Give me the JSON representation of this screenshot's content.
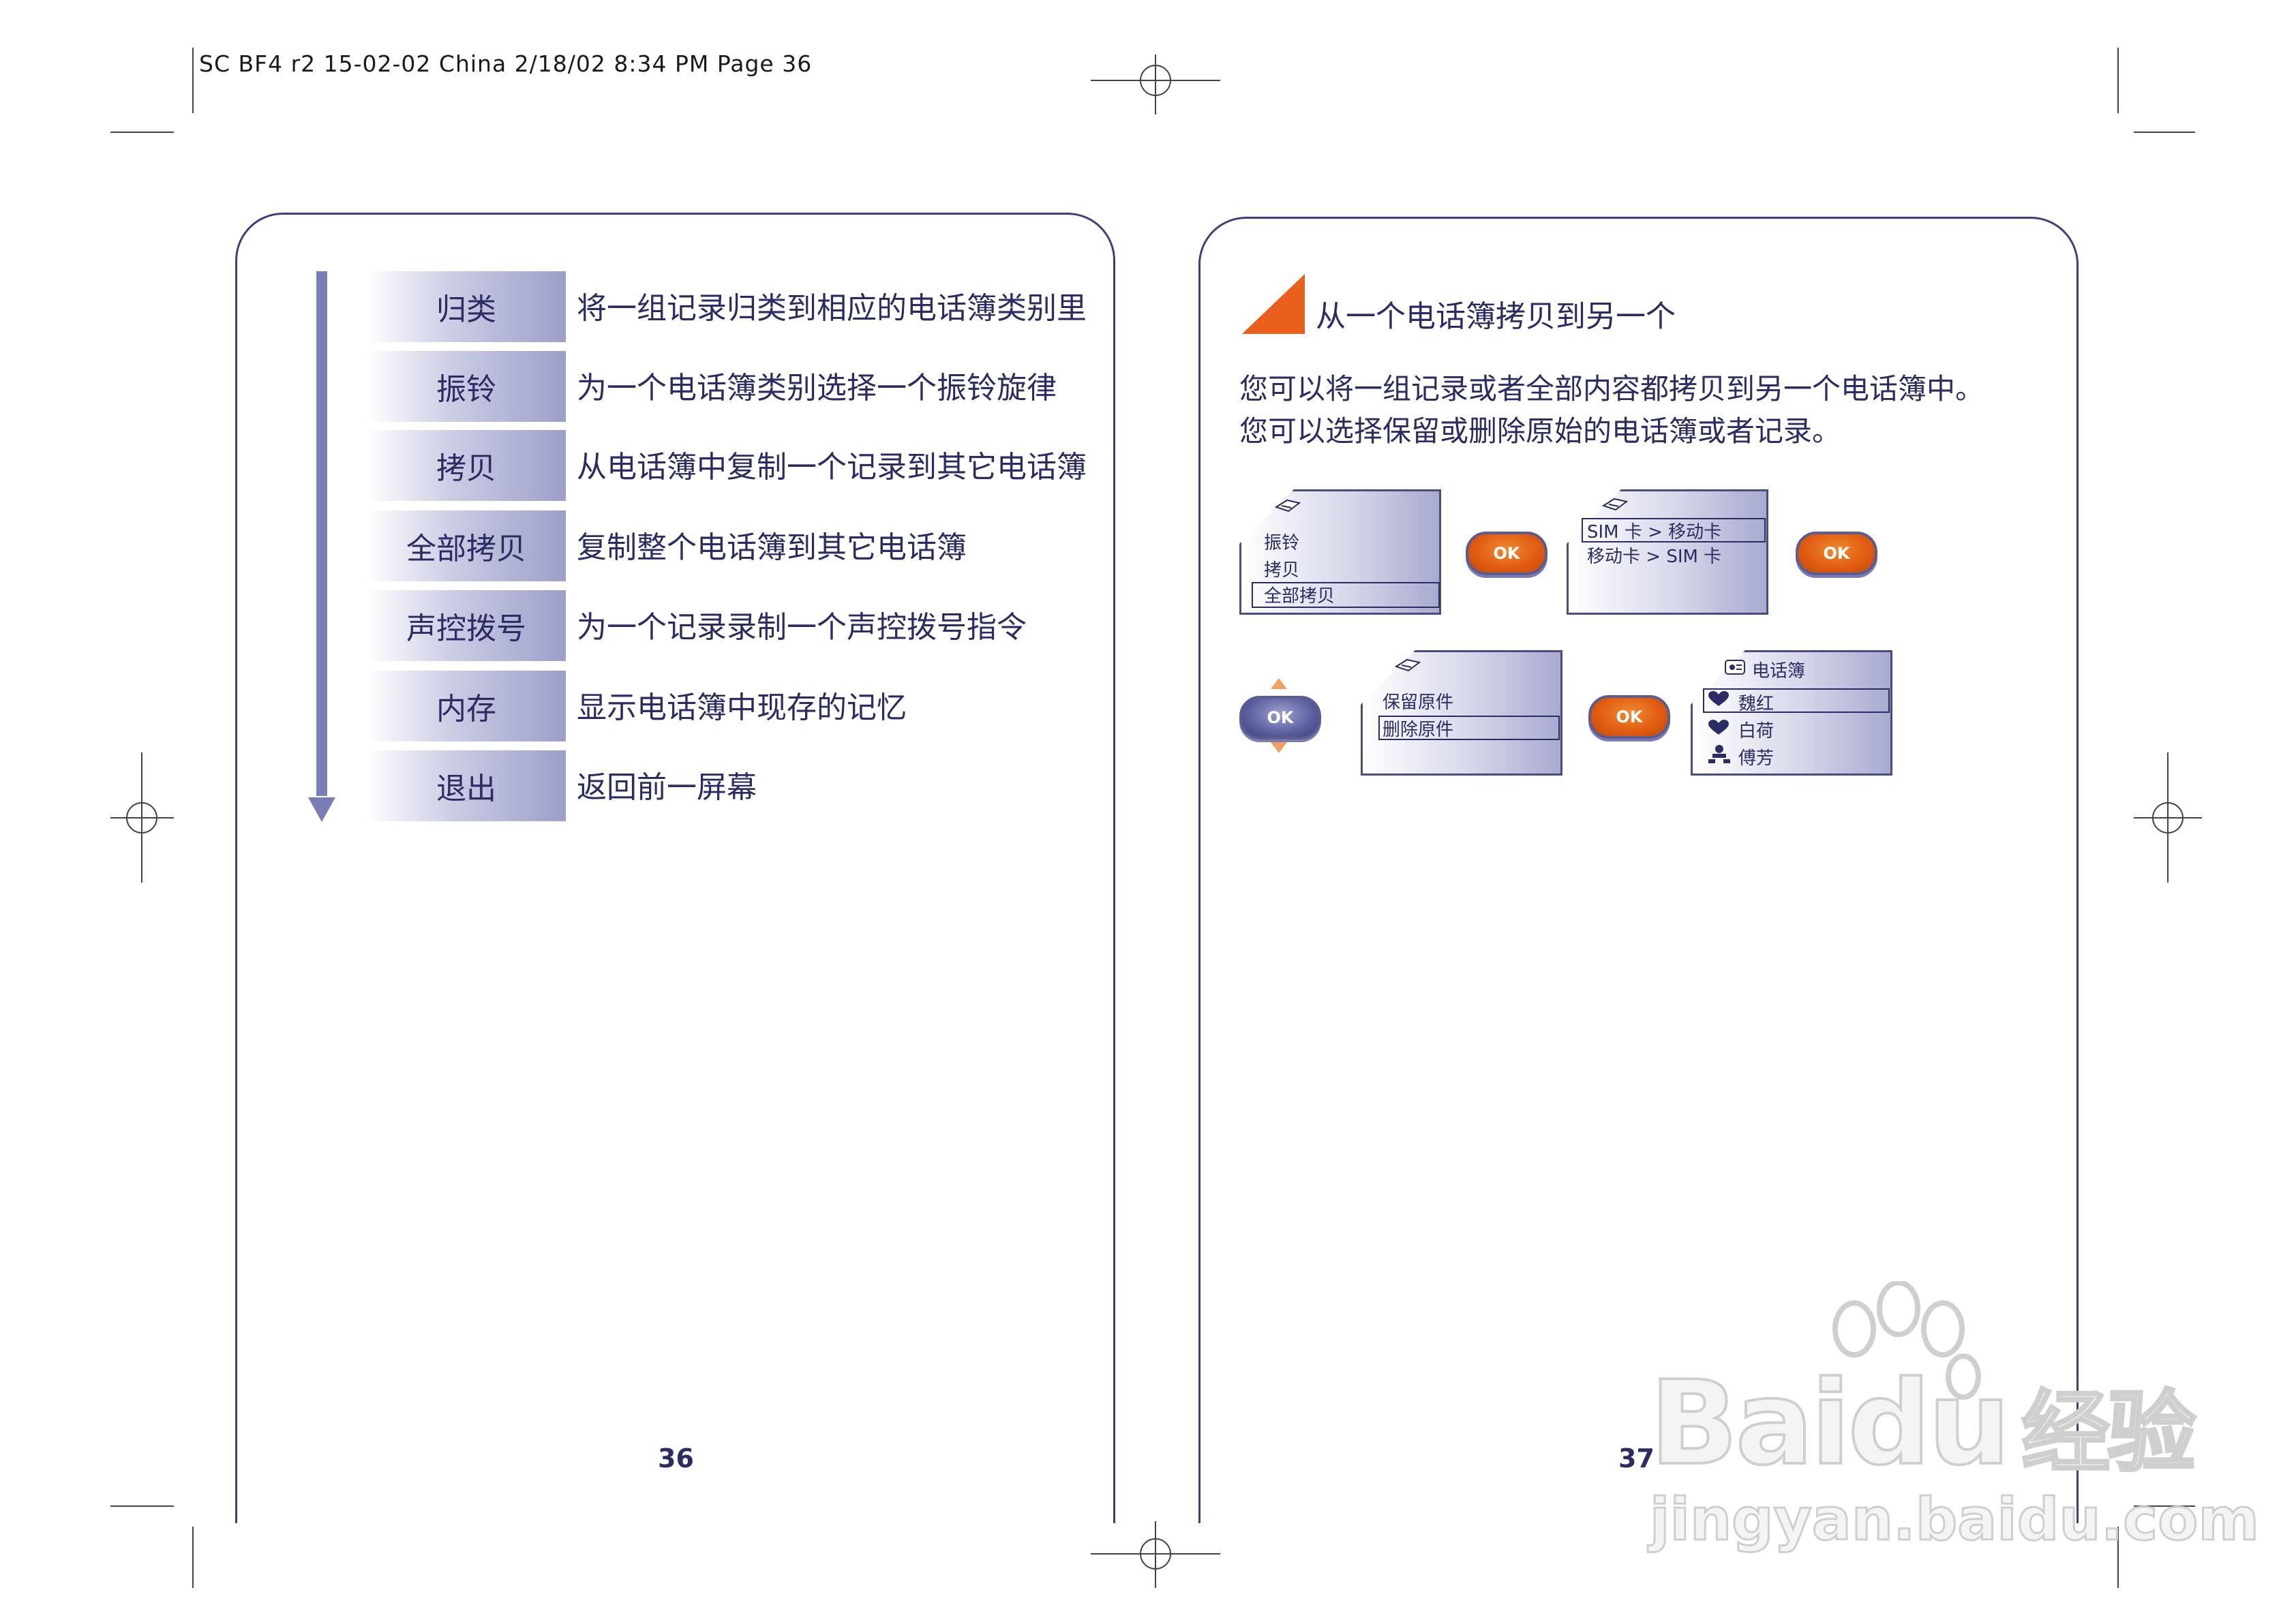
{
  "header": {
    "slug": "SC BF4 r2 15-02-02 China  2/18/02  8:34 PM  Page 36"
  },
  "left_page": {
    "rows": [
      {
        "label": "归类",
        "desc": "将一组记录归类到相应的电话簿类别里"
      },
      {
        "label": "振铃",
        "desc": "为一个电话簿类别选择一个振铃旋律"
      },
      {
        "label": "拷贝",
        "desc": "从电话簿中复制一个记录到其它电话簿"
      },
      {
        "label": "全部拷贝",
        "desc": "复制整个电话簿到其它电话簿"
      },
      {
        "label": "声控拨号",
        "desc": "为一个记录录制一个声控拨号指令"
      },
      {
        "label": "内存",
        "desc": "显示电话簿中现存的记忆"
      },
      {
        "label": "退出",
        "desc": "返回前一屏幕"
      }
    ],
    "page_number": "36"
  },
  "right_page": {
    "title": "从一个电话簿拷贝到另一个",
    "intro": [
      "您可以将一组记录或者全部内容都拷贝到另一个电话簿中。",
      "您可以选择保留或删除原始的电话簿或者记录。"
    ],
    "screen1": {
      "items": [
        "振铃",
        "拷贝",
        "全部拷贝"
      ]
    },
    "screen2": {
      "items": [
        "SIM 卡 > 移动卡",
        "移动卡 > SIM 卡"
      ]
    },
    "screen3": {
      "items": [
        "保留原件",
        "删除原件"
      ]
    },
    "screen4": {
      "header": "电话簿",
      "items": [
        "魏红",
        "白荷",
        "傅芳"
      ]
    },
    "ok_label": "OK",
    "page_number": "37"
  },
  "watermark": {
    "brand": "Bai",
    "brand2": "du",
    "brand3": "经验",
    "url": "jingyan.baidu.com"
  },
  "colors": {
    "text": "#2b2c63",
    "accent": "#e8601c",
    "border": "#3d3f7a"
  }
}
